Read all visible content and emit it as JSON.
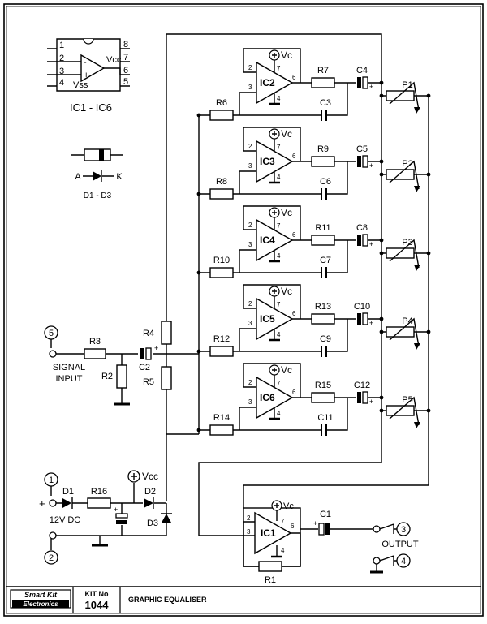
{
  "pinout": {
    "caption": "IC1 - IC6",
    "left_pins": [
      "1",
      "2",
      "3",
      "4"
    ],
    "right_pins": [
      "8",
      "7",
      "6",
      "5"
    ],
    "vcc": "Vcc",
    "vss": "Vss",
    "minus": "-",
    "plus": "+"
  },
  "diode_legend": {
    "anode": "A",
    "cathode": "K",
    "caption": "D1 - D3"
  },
  "common": {
    "vc": "Vc",
    "pin2": "2",
    "pin3": "3",
    "pin4": "4",
    "pin6": "6",
    "pin7": "7",
    "plus": "+"
  },
  "bands": [
    {
      "ic": "IC2",
      "r_top": "R7",
      "c_top": "C4",
      "c_bot": "C3",
      "r_in": "R6",
      "pot": "P1"
    },
    {
      "ic": "IC3",
      "r_top": "R9",
      "c_top": "C5",
      "c_bot": "C6",
      "r_in": "R8",
      "pot": "P2"
    },
    {
      "ic": "IC4",
      "r_top": "R11",
      "c_top": "C8",
      "c_bot": "C7",
      "r_in": "R10",
      "pot": "P3"
    },
    {
      "ic": "IC5",
      "r_top": "R13",
      "c_top": "C10",
      "c_bot": "C9",
      "r_in": "R12",
      "pot": "P4"
    },
    {
      "ic": "IC6",
      "r_top": "R15",
      "c_top": "C12",
      "c_bot": "C11",
      "r_in": "R14",
      "pot": "P5"
    }
  ],
  "input": {
    "terminal": "5",
    "signal": "SIGNAL",
    "input": "INPUT",
    "r3": "R3",
    "r2": "R2",
    "c2": "C2",
    "r4": "R4",
    "r5": "R5"
  },
  "power": {
    "t1": "1",
    "t2": "2",
    "vcc": "Vcc",
    "plus": "+",
    "d1": "D1",
    "r16": "R16",
    "d2": "D2",
    "d3": "D3",
    "supply": "12V DC"
  },
  "out": {
    "ic": "IC1",
    "c1": "C1",
    "r1": "R1",
    "output": "OUTPUT",
    "t3": "3",
    "t4": "4"
  },
  "footer": {
    "logo1": "Smart Kit",
    "logo2": "Electronics",
    "kit_label": "KIT No",
    "kit_no": "1044",
    "title": "GRAPHIC EQUALISER"
  }
}
